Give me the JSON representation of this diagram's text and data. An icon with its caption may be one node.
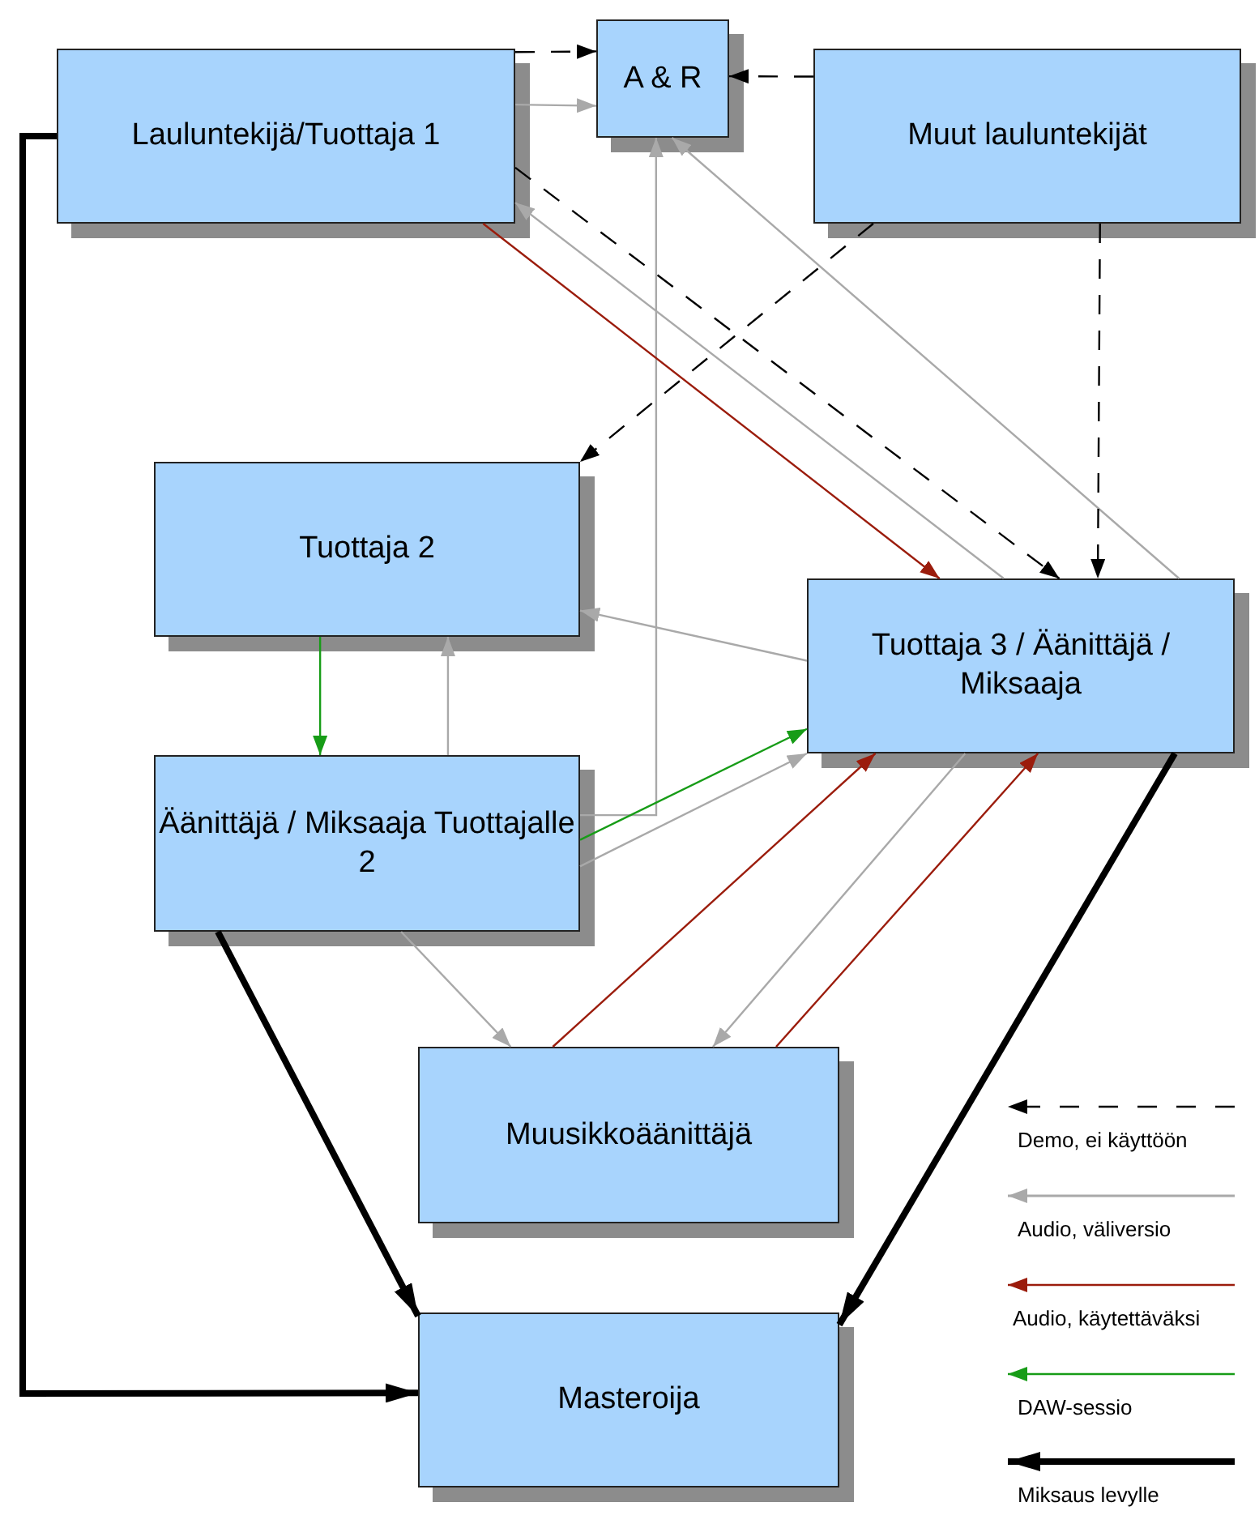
{
  "diagram": {
    "nodes": [
      {
        "text": [
          "Lauluntekijä/Tuottaja 1"
        ]
      },
      {
        "text": [
          "A & R"
        ]
      },
      {
        "text": [
          "Muut lauluntekijät"
        ]
      },
      {
        "text": [
          "Tuottaja 2"
        ]
      },
      {
        "text": [
          "Tuottaja 3 / Äänittäjä / Miksaaja"
        ]
      },
      {
        "text": [
          "Äänittäjä / Miksaaja Tuottajalle 2"
        ]
      },
      {
        "text": [
          "Muusikkoäänittäjä"
        ]
      },
      {
        "text": [
          "Masteroija"
        ]
      }
    ],
    "edges": [
      {
        "from": 0,
        "to": 1,
        "arrow": "to",
        "style": "dashed",
        "color": "#000000"
      },
      {
        "from": 0,
        "to": 1,
        "arrow": "to"
      },
      {
        "from": 2,
        "to": 1,
        "arrow": "to",
        "style": "dashed",
        "color": "#000000"
      },
      {
        "from": 4,
        "to": 1,
        "arrow": "to"
      },
      {
        "from": 5,
        "to": 1,
        "arrow": "to"
      },
      {
        "from": 0,
        "to": 4,
        "arrow": "to",
        "style": "dashed",
        "color": "#000000"
      },
      {
        "from": 4,
        "to": 0,
        "arrow": "to"
      },
      {
        "from": 0,
        "to": 4,
        "arrow": "to",
        "color": "#9b1c0c"
      },
      {
        "from": 2,
        "to": 3,
        "arrow": "to",
        "style": "dashed",
        "color": "#000000"
      },
      {
        "from": 2,
        "to": 4,
        "arrow": "to",
        "style": "dashed",
        "color": "#000000"
      },
      {
        "from": 4,
        "to": 3,
        "arrow": "to"
      },
      {
        "from": 3,
        "to": 5,
        "arrow": "to",
        "color": "#179c17"
      },
      {
        "from": 5,
        "to": 3,
        "arrow": "to"
      },
      {
        "from": 5,
        "to": 4,
        "arrow": "to",
        "color": "#179c17"
      },
      {
        "from": 5,
        "to": 4,
        "arrow": "to"
      },
      {
        "from": 5,
        "to": 6,
        "arrow": "to"
      },
      {
        "from": 6,
        "to": 4,
        "arrow": "to",
        "color": "#9b1c0c"
      },
      {
        "from": 4,
        "to": 6,
        "arrow": "to"
      },
      {
        "from": 6,
        "to": 4,
        "arrow": "to",
        "color": "#9b1c0c"
      },
      {
        "from": 4,
        "to": 7,
        "arrow": "to",
        "style": "thick",
        "color": "#000000"
      },
      {
        "from": 5,
        "to": 7,
        "arrow": "to",
        "style": "thick",
        "color": "#000000"
      },
      {
        "from": 0,
        "to": 7,
        "arrow": "to",
        "style": "thick",
        "color": "#000000"
      }
    ],
    "legend": [
      {
        "text": "Demo, ei käyttöön"
      },
      {
        "text": "Audio, väliversio"
      },
      {
        "text": "Audio, käytettäväksi"
      },
      {
        "text": "DAW-sessio"
      },
      {
        "text": "Miksaus levylle"
      }
    ]
  }
}
